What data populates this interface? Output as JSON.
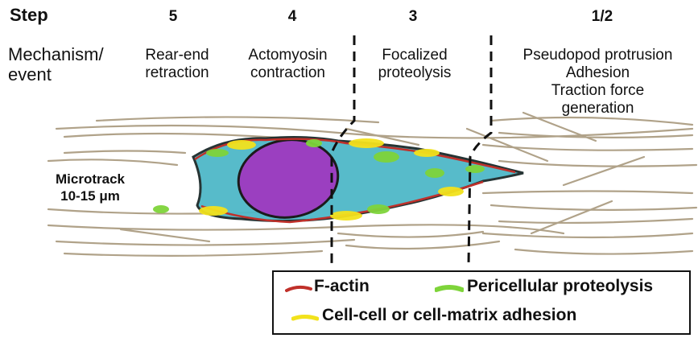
{
  "header": {
    "step_label": "Step",
    "steps": [
      "5",
      "4",
      "3",
      "1/2"
    ],
    "mechanism_label": [
      "Mechanism/",
      "event"
    ],
    "events": {
      "step5": [
        "Rear-end",
        "retraction"
      ],
      "step4": [
        "Actomyosin",
        "contraction"
      ],
      "step3": [
        "Focalized",
        "proteolysis"
      ],
      "step12": [
        "Pseudopod protrusion",
        "Adhesion",
        "Traction force",
        "generation"
      ]
    }
  },
  "microtrack": {
    "line1": "Microtrack",
    "line2": "10-15 μm"
  },
  "legend": {
    "f_actin": "F-actin",
    "proteolysis": "Pericellular proteolysis",
    "adhesion": "Cell-cell or cell-matrix adhesion"
  },
  "colors": {
    "f_actin": "#c0302a",
    "proteolysis": "#7ed43a",
    "adhesion": "#f2e21c",
    "nucleus": "#9b3fc0",
    "cytoplasm": "#4fb8c8",
    "fibers": "#a8997d"
  }
}
